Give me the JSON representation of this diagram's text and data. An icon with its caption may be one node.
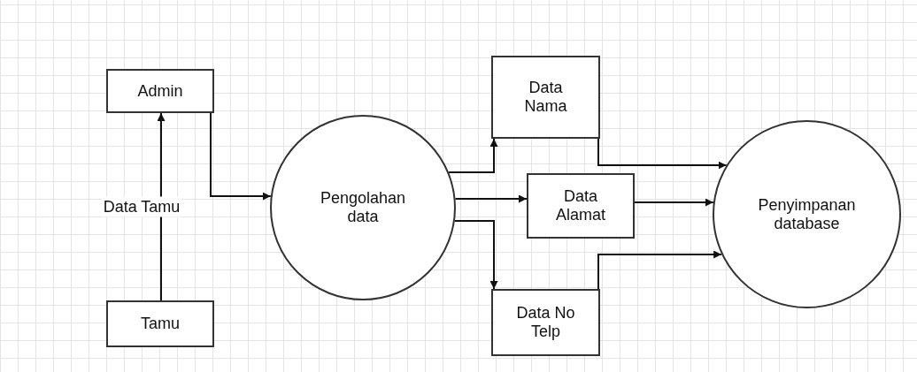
{
  "diagram": {
    "nodes": [
      {
        "text": [
          "Admin"
        ]
      },
      {
        "text": [
          "Tamu"
        ]
      },
      {
        "text": [
          "Pengolahan data"
        ]
      },
      {
        "text": [
          "Data Nama"
        ]
      },
      {
        "text": [
          "Data Alamat"
        ]
      },
      {
        "text": [
          "Data No Telp"
        ]
      },
      {
        "text": [
          "Penyimpanan database"
        ]
      }
    ],
    "edges": [
      {
        "from": 1,
        "to": 0,
        "arrow": "to",
        "label": "Data Tamu"
      },
      {
        "from": 0,
        "to": 2,
        "arrow": "to"
      },
      {
        "from": 2,
        "to": 3,
        "arrow": "to"
      },
      {
        "from": 2,
        "to": 4,
        "arrow": "to"
      },
      {
        "from": 2,
        "to": 5,
        "arrow": "to"
      },
      {
        "from": 3,
        "to": 6,
        "arrow": "to"
      },
      {
        "from": 4,
        "to": 6,
        "arrow": "to"
      },
      {
        "from": 5,
        "to": 6,
        "arrow": "to"
      }
    ]
  }
}
